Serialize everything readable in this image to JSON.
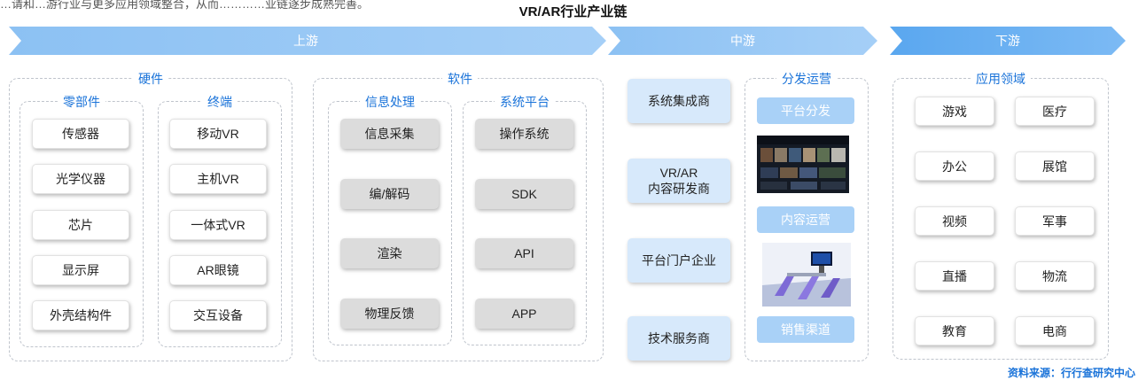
{
  "cut_text": "…请和…游行业与更多应用领域整合，从而…………业链逐步成熟完善。",
  "title": "VR/AR行业产业链",
  "stages": {
    "upstream": "上游",
    "midstream": "中游",
    "downstream": "下游"
  },
  "hardware": {
    "label": "硬件",
    "components": {
      "label": "零部件",
      "items": [
        "传感器",
        "光学仪器",
        "芯片",
        "显示屏",
        "外壳结构件"
      ]
    },
    "terminals": {
      "label": "终端",
      "items": [
        "移动VR",
        "主机VR",
        "一体式VR",
        "AR眼镜",
        "交互设备"
      ]
    }
  },
  "software": {
    "label": "软件",
    "info_processing": {
      "label": "信息处理",
      "items": [
        "信息采集",
        "编/解码",
        "渲染",
        "物理反馈"
      ]
    },
    "system_platform": {
      "label": "系统平台",
      "items": [
        "操作系统",
        "SDK",
        "API",
        "APP"
      ]
    }
  },
  "midstream_items": [
    "系统集成商",
    "VR/AR",
    "内容研发商",
    "平台门户企业",
    "技术服务商"
  ],
  "distribution": {
    "label": "分发运营",
    "items": [
      "平台分发",
      "内容运营",
      "销售渠道"
    ],
    "images": [
      "media-library-screenshot",
      "vr-experience-room-photo"
    ]
  },
  "applications": {
    "label": "应用领域",
    "items": [
      "游戏",
      "医疗",
      "办公",
      "展馆",
      "视频",
      "军事",
      "直播",
      "物流",
      "教育",
      "电商"
    ]
  },
  "source": "资料来源：行行查研究中心",
  "colors": {
    "arrow_light": "#90c5f5",
    "arrow_dark": "#4ea1ef",
    "accent": "#1a73d9",
    "soft_blue": "#d7e9fb",
    "chip_blue": "#a9d1f7"
  }
}
